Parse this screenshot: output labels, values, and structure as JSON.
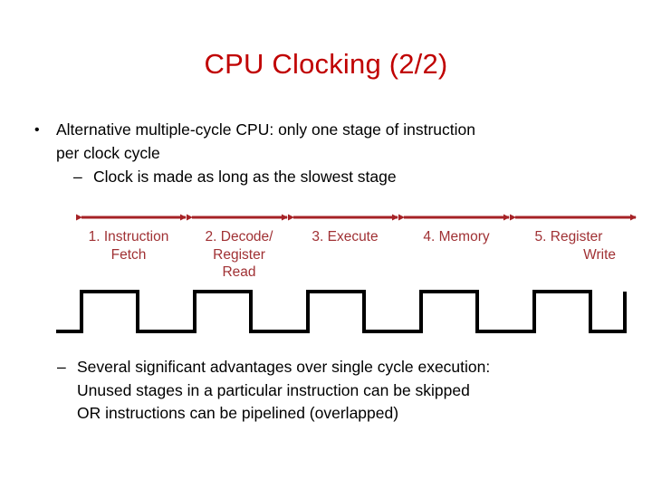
{
  "slide": {
    "title": "CPU Clocking (2/2)",
    "title_color": "#C00000",
    "background_color": "#FFFFFF",
    "accent_color": "#A03134",
    "text_color": "#000000"
  },
  "bullets_top": {
    "bullet_mark": "•",
    "line1": "Alternative multiple-cycle CPU: only one stage of instruction",
    "line2": "per clock cycle",
    "dash_mark": "–",
    "sub_line1": "Clock is made as long as the slowest stage"
  },
  "stages": {
    "items": [
      {
        "line1": "1. Instruction",
        "line2": "Fetch",
        "line3": ""
      },
      {
        "line1": "2. Decode/",
        "line2": "Register",
        "line3": "Read"
      },
      {
        "line1": "3. Execute",
        "line2": "",
        "line3": ""
      },
      {
        "line1": "4. Memory",
        "line2": "",
        "line3": ""
      },
      {
        "line1": "5. Register",
        "line2": "Write",
        "line3": ""
      }
    ],
    "arrow_color": "#A62226"
  },
  "clock": {
    "label": "clock-waveform",
    "line_color": "#000000",
    "pulses": 5,
    "starts_low": true,
    "ends_high": true
  },
  "bullets_bottom": {
    "dash_mark": "–",
    "line1": "Several significant advantages over single cycle execution:",
    "line2": "Unused stages in a particular instruction can be skipped",
    "line3": "OR instructions can be pipelined (overlapped)"
  }
}
